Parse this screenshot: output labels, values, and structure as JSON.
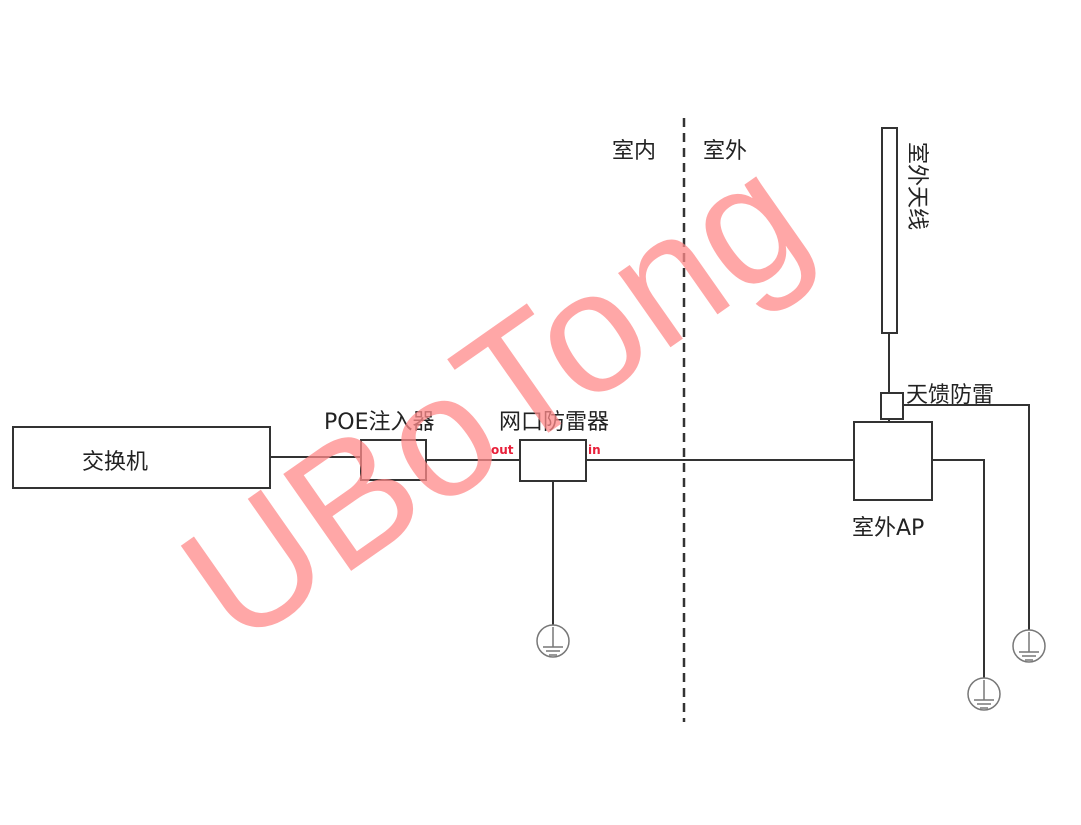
{
  "labels": {
    "indoor": "室内",
    "outdoor": "室外",
    "switch": "交换机",
    "poe_injector": "POE注入器",
    "network_surge_protector": "网口防雷器",
    "port_out": "out",
    "port_in": "in",
    "outdoor_antenna": "室外天线",
    "antenna_surge_protector": "天馈防雷",
    "outdoor_ap": "室外AP"
  },
  "watermark": "UBoTong",
  "colors": {
    "line": "#333333",
    "port_label": "#e8203a",
    "watermark": "#ff8a8a"
  }
}
